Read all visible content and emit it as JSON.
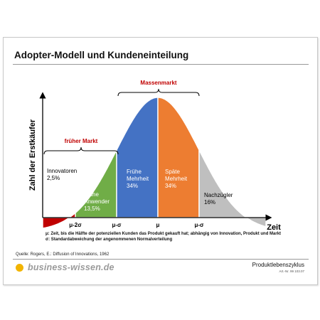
{
  "title": "Adopter-Modell und Kundeneinteilung",
  "chart_data": {
    "type": "area",
    "ylabel": "Zahl der Erstkäufer",
    "xlabel": "Zeit",
    "x_ticks": [
      "μ-2σ",
      "μ-σ",
      "μ",
      "μ-σ"
    ],
    "segments": [
      {
        "name": "Innovatoren",
        "share": "2,5%",
        "color": "#c00000"
      },
      {
        "name": "Frühe Anwender",
        "share": "13,5%",
        "color": "#70ad47"
      },
      {
        "name": "Frühe Mehrheit",
        "share": "34%",
        "color": "#4472c4"
      },
      {
        "name": "Späte Mehrheit",
        "share": "34%",
        "color": "#ed7d31"
      },
      {
        "name": "Nachzügler",
        "share": "16%",
        "color": "#bfbfbf"
      }
    ],
    "brackets": [
      {
        "label": "früher Markt",
        "color": "#c00000"
      },
      {
        "label": "Massenmarkt",
        "color": "#c00000"
      }
    ]
  },
  "footnotes": {
    "mu": "μ: Zeit, bis die Hälfte der potenziellen Kunden das Produkt gekauft hat; abhängig von Innovation, Produkt und Markt",
    "sigma": "σ: Standardabweichung der angenommenen Normalverteilung"
  },
  "source": "Quelle: Rogers, E.: Diffusion of Innovations, 1962",
  "brand": "business-wissen.de",
  "section": "Produktlebenszyklus",
  "article": "Art.-Nr. 99 103.07"
}
